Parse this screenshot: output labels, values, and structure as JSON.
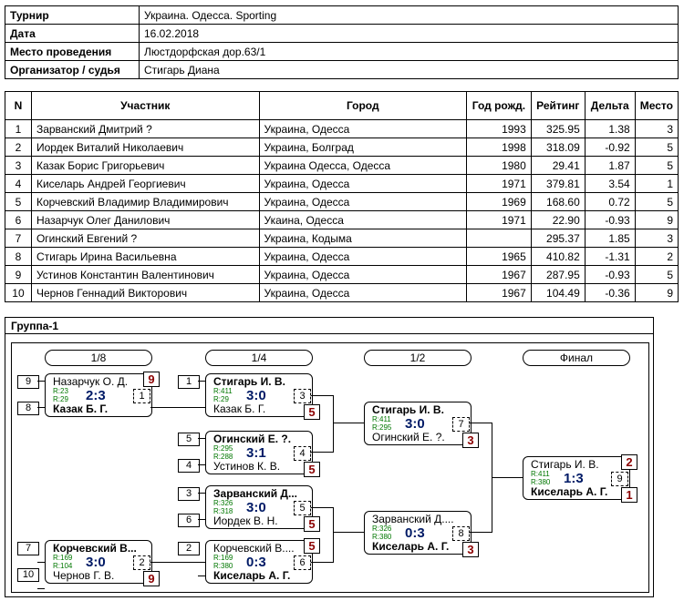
{
  "info": [
    {
      "key": "Турнир",
      "value": "Украина. Одесса. Sporting"
    },
    {
      "key": "Дата",
      "value": "16.02.2018"
    },
    {
      "key": "Место проведения",
      "value": "Люстдорфская дор.63/1"
    },
    {
      "key": "Организатор / судья",
      "value": "Стигарь Диана"
    }
  ],
  "players_header": [
    "N",
    "Участник",
    "Город",
    "Год рожд.",
    "Рейтинг",
    "Дельта",
    "Место"
  ],
  "players": [
    {
      "n": "1",
      "name": "Зарванский Дмитрий ?",
      "city": "Украина, Одесса",
      "year": "1993",
      "rating": "325.95",
      "delta": "1.38",
      "place": "3"
    },
    {
      "n": "2",
      "name": "Иордек Виталий Николаевич",
      "city": "Украина, Болград",
      "year": "1998",
      "rating": "318.09",
      "delta": "-0.92",
      "place": "5"
    },
    {
      "n": "3",
      "name": "Казак Борис Григорьевич",
      "city": "Украина Одесса, Одесса",
      "year": "1980",
      "rating": "29.41",
      "delta": "1.87",
      "place": "5"
    },
    {
      "n": "4",
      "name": "Киселарь Андрей Георгиевич",
      "city": "Украина, Одесса",
      "year": "1971",
      "rating": "379.81",
      "delta": "3.54",
      "place": "1"
    },
    {
      "n": "5",
      "name": "Корчевский Владимир Владимирович",
      "city": "Украина, Одесса",
      "year": "1969",
      "rating": "168.60",
      "delta": "0.72",
      "place": "5"
    },
    {
      "n": "6",
      "name": "Назарчук Олег Данилович",
      "city": "Укаина, Одесса",
      "year": "1971",
      "rating": "22.90",
      "delta": "-0.93",
      "place": "9"
    },
    {
      "n": "7",
      "name": "Огинский Евгений ?",
      "city": "Украина, Кодыма",
      "year": "",
      "rating": "295.37",
      "delta": "1.85",
      "place": "3"
    },
    {
      "n": "8",
      "name": "Стигарь Ирина Васильевна",
      "city": "Украина, Одесса",
      "year": "1965",
      "rating": "410.82",
      "delta": "-1.31",
      "place": "2"
    },
    {
      "n": "9",
      "name": "Устинов Константин Валентинович",
      "city": "Украина, Одесса",
      "year": "1967",
      "rating": "287.95",
      "delta": "-0.93",
      "place": "5"
    },
    {
      "n": "10",
      "name": "Чернов Геннадий Викторович",
      "city": "Украина, Одесса",
      "year": "1967",
      "rating": "104.49",
      "delta": "-0.36",
      "place": "9"
    }
  ],
  "group": {
    "title": "Группа-1",
    "rounds": [
      "1/8",
      "1/4",
      "1/2",
      "Финал"
    ],
    "matches": {
      "m1": {
        "p1": "Назарчук О. Д.",
        "p2": "Казак Б. Г.",
        "r1": "R:23",
        "r2": "R:29",
        "score": "2:3",
        "num": "1",
        "seed1": "9",
        "seed2": "8",
        "place": "9"
      },
      "m2": {
        "p1": "Стигарь И. В.",
        "p2": "Казак Б. Г.",
        "r1": "R:411",
        "r2": "R:29",
        "score": "3:0",
        "num": "3",
        "seed": "1",
        "place": "5"
      },
      "m3": {
        "p1": "Огинский Е. ?.",
        "p2": "Устинов К. В.",
        "r1": "R:295",
        "r2": "R:288",
        "score": "3:1",
        "num": "4",
        "seed1": "5",
        "seed2": "4",
        "place": "5"
      },
      "m4": {
        "p1": "Зарванский Д....",
        "p2": "Иордек В. Н.",
        "r1": "R:326",
        "r2": "R:318",
        "score": "3:0",
        "num": "5",
        "seed1": "3",
        "seed2": "6",
        "place": "5"
      },
      "m5": {
        "p1": "Корчевский В....",
        "p2": "Чернов Г. В.",
        "r1": "R:169",
        "r2": "R:104",
        "score": "3:0",
        "num": "2",
        "seed1": "7",
        "seed2": "10",
        "place": "9"
      },
      "m6": {
        "p1": "Корчевский В....",
        "p2": "Киселарь А. Г.",
        "r1": "R:169",
        "r2": "R:380",
        "score": "0:3",
        "num": "6",
        "seed": "2",
        "place": "5"
      },
      "m7": {
        "p1": "Стигарь И. В.",
        "p2": "Огинский Е. ?.",
        "r1": "R:411",
        "r2": "R:295",
        "score": "3:0",
        "num": "7",
        "place": "3"
      },
      "m8": {
        "p1": "Зарванский Д....",
        "p2": "Киселарь А. Г.",
        "r1": "R:326",
        "r2": "R:380",
        "score": "0:3",
        "num": "8",
        "place": "3"
      },
      "m9": {
        "p1": "Стигарь И. В.",
        "p2": "Киселарь А. Г.",
        "r1": "R:411",
        "r2": "R:380",
        "score": "1:3",
        "num": "9",
        "place1": "2",
        "place2": "1"
      }
    }
  }
}
